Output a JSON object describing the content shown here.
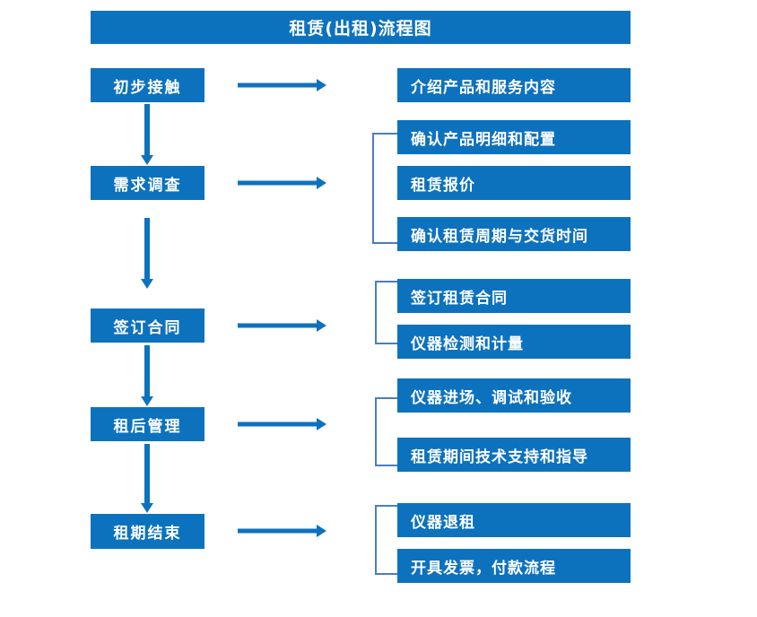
{
  "title": "租赁(出租)流程图",
  "colors": {
    "box_fill": "#0d72be",
    "box_text": "#ffffff",
    "arrow": "#0d72be",
    "bracket": "#4a7ebb",
    "background": "#ffffff"
  },
  "stages": [
    {
      "label": "初步接触"
    },
    {
      "label": "需求调查"
    },
    {
      "label": "签订合同"
    },
    {
      "label": "租后管理"
    },
    {
      "label": "租期结束"
    }
  ],
  "details": [
    {
      "label": "介绍产品和服务内容"
    },
    {
      "label": "确认产品明细和配置"
    },
    {
      "label": "租赁报价"
    },
    {
      "label": "确认租赁周期与交货时间"
    },
    {
      "label": "签订租赁合同"
    },
    {
      "label": "仪器检测和计量"
    },
    {
      "label": "仪器进场、调试和验收"
    },
    {
      "label": "租赁期间技术支持和指导"
    },
    {
      "label": "仪器退租"
    },
    {
      "label": "开具发票，付款流程"
    }
  ],
  "groups": [
    {
      "name": "需求调查-group",
      "detail_indices": [
        1,
        2,
        3
      ]
    },
    {
      "name": "签订合同-group",
      "detail_indices": [
        4,
        5
      ]
    },
    {
      "name": "租后管理-group",
      "detail_indices": [
        6,
        7
      ]
    },
    {
      "name": "租期结束-group",
      "detail_indices": [
        8,
        9
      ]
    }
  ]
}
